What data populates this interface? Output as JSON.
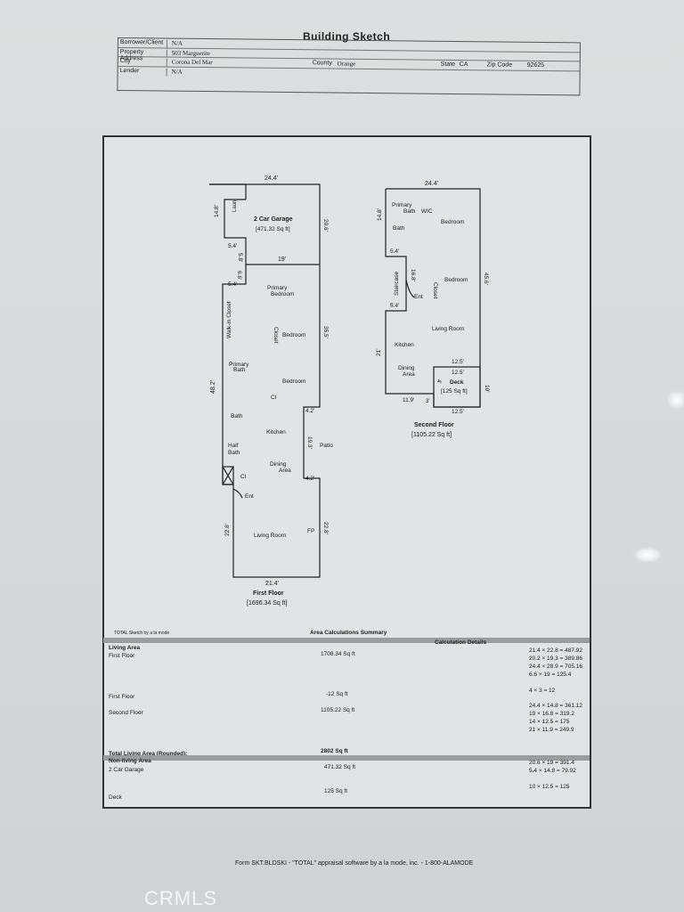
{
  "document": {
    "title": "Building Sketch",
    "header": {
      "borrower_label": "Borrower/Client",
      "borrower": "N/A",
      "property_label": "Property Address",
      "property": "503 Marguerite",
      "city_label": "City",
      "city": "Corona Del Mar",
      "county_label": "County",
      "county": "Orange",
      "state_label": "State",
      "state": "CA",
      "zip_label": "Zip Code",
      "zip": "92625",
      "lender_label": "Lender",
      "lender": "N/A"
    }
  },
  "first_floor": {
    "title": "First Floor",
    "area": "[1696.34 Sq ft]",
    "dims": {
      "garage_top": "24.4'",
      "laun_left": "14.8'",
      "garage_right": "20.6'",
      "small_a": "5.4'",
      "small_b": "5.8'",
      "mid_19": "19'",
      "small_c": "5.4'",
      "small_d": "6.6'",
      "right_355": "35.5'",
      "left_482": "48.2'",
      "notch_top": "4.2'",
      "notch_mid": "19.3'",
      "notch_bot": "4.2'",
      "lr_left": "22.8'",
      "lr_right": "22.8'",
      "bottom": "21.4'"
    },
    "rooms": {
      "laun": "Laun",
      "garage": "2 Car Garage",
      "garage_area": "[471.32 Sq ft]",
      "primary_bedroom_1": "Primary",
      "primary_bedroom_2": "Bedroom",
      "walk_in_closet": "Walk-in Closet",
      "closet": "Closet",
      "bedroom_a": "Bedroom",
      "primary_bath_1": "Primary",
      "primary_bath_2": "Bath",
      "bedroom_b": "Bedroom",
      "cl": "Cl",
      "bath": "Bath",
      "kitchen": "Kitchen",
      "patio": "Patio",
      "half_bath_1": "Half",
      "half_bath_2": "Bath",
      "dining_1": "Dining",
      "dining_2": "Area",
      "cl2": "Cl",
      "ent": "Ent",
      "living_room": "Living Room",
      "fp": "FP"
    }
  },
  "second_floor": {
    "title": "Second Floor",
    "area": "[1105.22 Sq ft]",
    "dims": {
      "top": "24.4'",
      "left_148": "14.8'",
      "s54a": "5.4'",
      "s168": "16.8'",
      "s54b": "5.4'",
      "right_456": "45.6'",
      "left_21": "21'",
      "deck_top_outer": "12.5'",
      "deck_top": "12.5'",
      "deck_4": "4'",
      "deck_right": "10'",
      "b119": "11.9'",
      "b3": "3'",
      "deck_bottom": "12.5'"
    },
    "rooms": {
      "primary_bath_1": "Primary",
      "primary_bath_2": "Bath",
      "wic": "WIC",
      "bedroom_a": "Bedroom",
      "bath": "Bath",
      "staircase": "Staircase",
      "bedroom_b": "Bedroom",
      "ent": "Ent",
      "closet": "Closet",
      "living_room": "Living Room",
      "kitchen": "Kitchen",
      "dining_1": "Dining",
      "dining_2": "Area",
      "deck": "Deck",
      "deck_area": "[125 Sq ft]"
    }
  },
  "calc_summary": {
    "software_tag": "TOTAL Sketch by a la mode",
    "title": "Area Calculations Summary",
    "details_title": "Calculation Details",
    "living_area_label": "Living Area",
    "rows": [
      {
        "label": "First Floor",
        "area": "1708.34 Sq ft",
        "details": [
          "21.4 × 22.8  =  487.92",
          "20.2 × 19.3  =  389.86",
          "24.4 × 28.9  =  705.16",
          "6.6 × 19  =  125.4"
        ]
      },
      {
        "label": "First Floor",
        "area": "-12 Sq ft",
        "details": [
          "4 × 3  =  12"
        ]
      },
      {
        "label": "Second Floor",
        "area": "1105.22 Sq ft",
        "details": [
          "24.4 × 14.8  =  361.12",
          "19 × 16.8  =  319.2",
          "14 × 12.5  =  175",
          "21 × 11.9  =  249.9"
        ]
      }
    ],
    "total_label": "Total Living Area (Rounded):",
    "total": "2802 Sq ft",
    "non_living_label": "Non-living Area",
    "non_living_rows": [
      {
        "label": "2 Car Garage",
        "area": "471.32 Sq ft",
        "details": [
          "20.6 × 19  =  391.4",
          "5.4 × 14.8  =  79.92"
        ]
      },
      {
        "label": "Deck",
        "area": "125 Sq ft",
        "details": [
          "10 × 12.5  =  125"
        ]
      }
    ]
  },
  "footer": "Form SKT.BLDSKI - \"TOTAL\" appraisal software by a la mode, inc. - 1-800-ALAMODE",
  "watermark": "CRMLS"
}
